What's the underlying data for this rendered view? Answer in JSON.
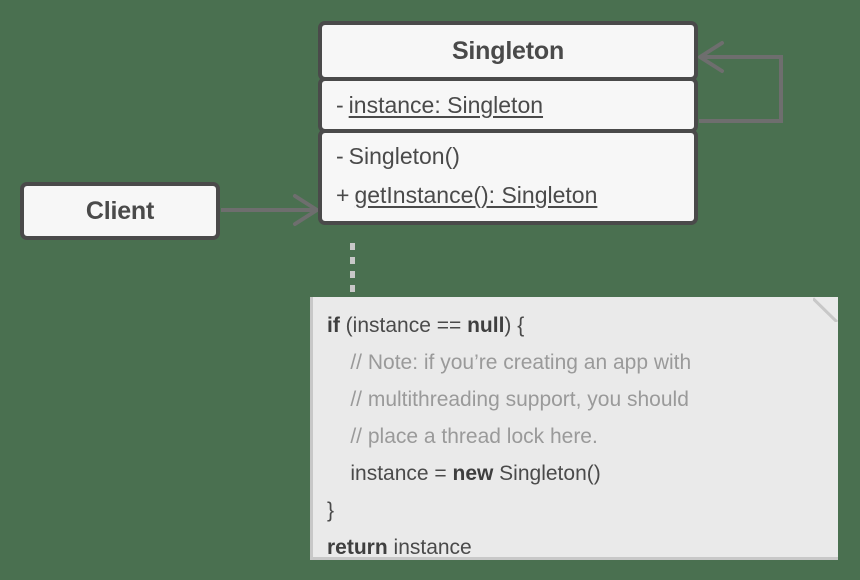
{
  "diagram": {
    "type": "uml-class-diagram",
    "title": "Singleton pattern structure",
    "background_color": "#4a7050"
  },
  "classes": [
    {
      "id": "singleton",
      "name": "Singleton",
      "attributes": [
        {
          "visibility": "-",
          "signature": "instance: Singleton",
          "static": true
        }
      ],
      "methods": [
        {
          "visibility": "-",
          "signature": "Singleton()",
          "static": false
        },
        {
          "visibility": "+",
          "signature": "getInstance(): Singleton",
          "static": true
        }
      ]
    },
    {
      "id": "client",
      "name": "Client",
      "attributes": [],
      "methods": []
    }
  ],
  "relations": [
    {
      "id": "client-to-singleton",
      "from": "client",
      "to": "singleton",
      "kind": "association",
      "arrow": "open"
    },
    {
      "id": "singleton-self",
      "from": "singleton",
      "to": "singleton",
      "kind": "self-association",
      "arrow": "open"
    },
    {
      "id": "note-link",
      "from": "singleton.getInstance",
      "to": "code-note",
      "kind": "note-link",
      "style": "dashed"
    }
  ],
  "note": {
    "id": "code-note",
    "lines": [
      {
        "indent": 0,
        "comment": false,
        "parts": [
          {
            "text": "if",
            "bold": true
          },
          {
            "text": " (instance == ",
            "bold": false
          },
          {
            "text": "null",
            "bold": true
          },
          {
            "text": ") {",
            "bold": false
          }
        ]
      },
      {
        "indent": 1,
        "comment": true,
        "parts": [
          {
            "text": "// Note: if you’re creating an app with",
            "bold": false
          }
        ]
      },
      {
        "indent": 1,
        "comment": true,
        "parts": [
          {
            "text": "// multithreading support, you should",
            "bold": false
          }
        ]
      },
      {
        "indent": 1,
        "comment": true,
        "parts": [
          {
            "text": "// place a thread lock here.",
            "bold": false
          }
        ]
      },
      {
        "indent": 1,
        "comment": false,
        "parts": [
          {
            "text": "instance = ",
            "bold": false
          },
          {
            "text": "new",
            "bold": true
          },
          {
            "text": " Singleton()",
            "bold": false
          }
        ]
      },
      {
        "indent": 0,
        "comment": false,
        "parts": [
          {
            "text": "}",
            "bold": false
          }
        ]
      },
      {
        "indent": 0,
        "comment": false,
        "parts": [
          {
            "text": "return",
            "bold": true
          },
          {
            "text": " instance",
            "bold": false
          }
        ]
      }
    ]
  },
  "colors": {
    "background": "#4a7050",
    "box_fill": "#f7f7f7",
    "box_border": "#4a4a4a",
    "text": "#4a4a4a",
    "note_fill": "#eaeaea",
    "note_border": "#c8c8c8",
    "comment_text": "#9a9a9a",
    "connector": "#6e6e6e",
    "dashed_connector": "#c8c8c8"
  }
}
